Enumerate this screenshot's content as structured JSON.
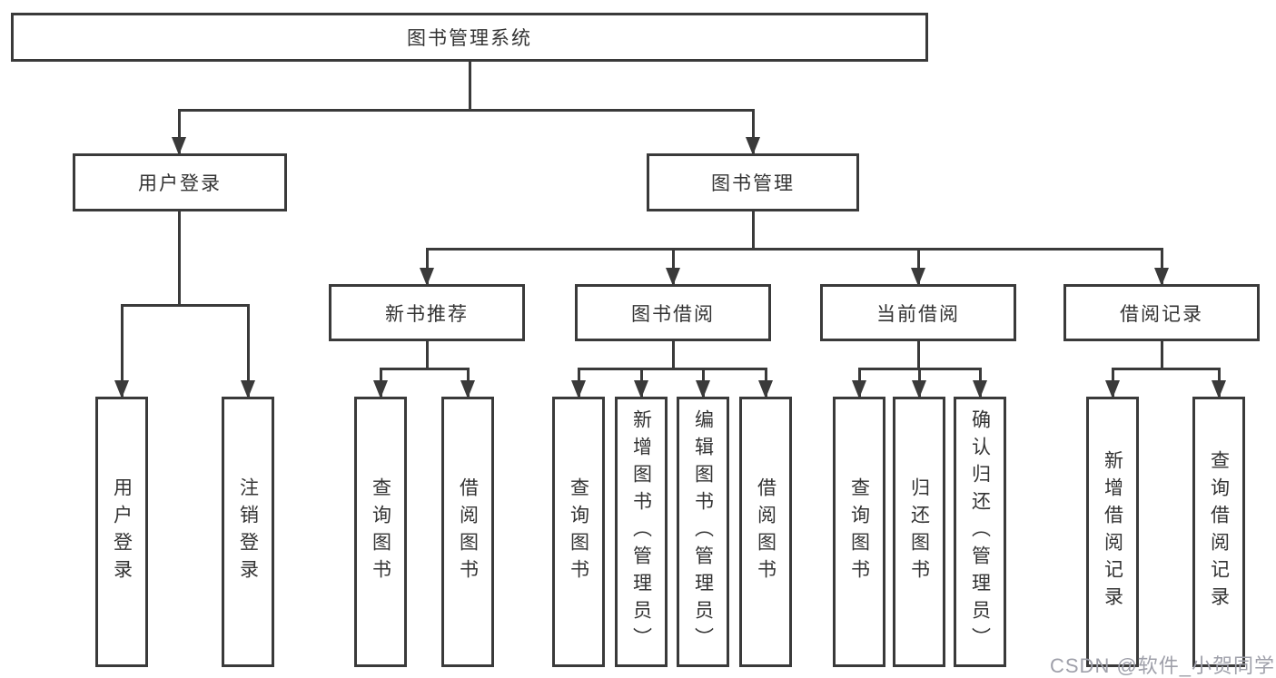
{
  "colors": {
    "line": "#3a3a3a",
    "text": "#333333",
    "watermark": "#9fa0aa",
    "background": "#ffffff"
  },
  "root_label": "图书管理系统",
  "level2": {
    "user_login": "用户登录",
    "book_management": "图书管理"
  },
  "level3": {
    "new_book_recommendation": "新书推荐",
    "book_borrowing": "图书借阅",
    "current_borrowing": "当前借阅",
    "borrowing_records": "借阅记录"
  },
  "leaves": {
    "user_login": "用户登录",
    "logout": "注销登录",
    "recommend_query_books": "查询图书",
    "recommend_borrow_books": "借阅图书",
    "borrow_query_books": "查询图书",
    "borrow_add_book_admin": "新增图书（管理员）",
    "borrow_edit_book_admin": "编辑图书（管理员）",
    "borrow_borrow_books": "借阅图书",
    "current_query_books": "查询图书",
    "current_return_books": "归还图书",
    "current_confirm_return_admin": "确认归还（管理员）",
    "records_add_record": "新增借阅记录",
    "records_query_record": "查询借阅记录"
  },
  "watermark": "CSDN @软件_小贺同学"
}
